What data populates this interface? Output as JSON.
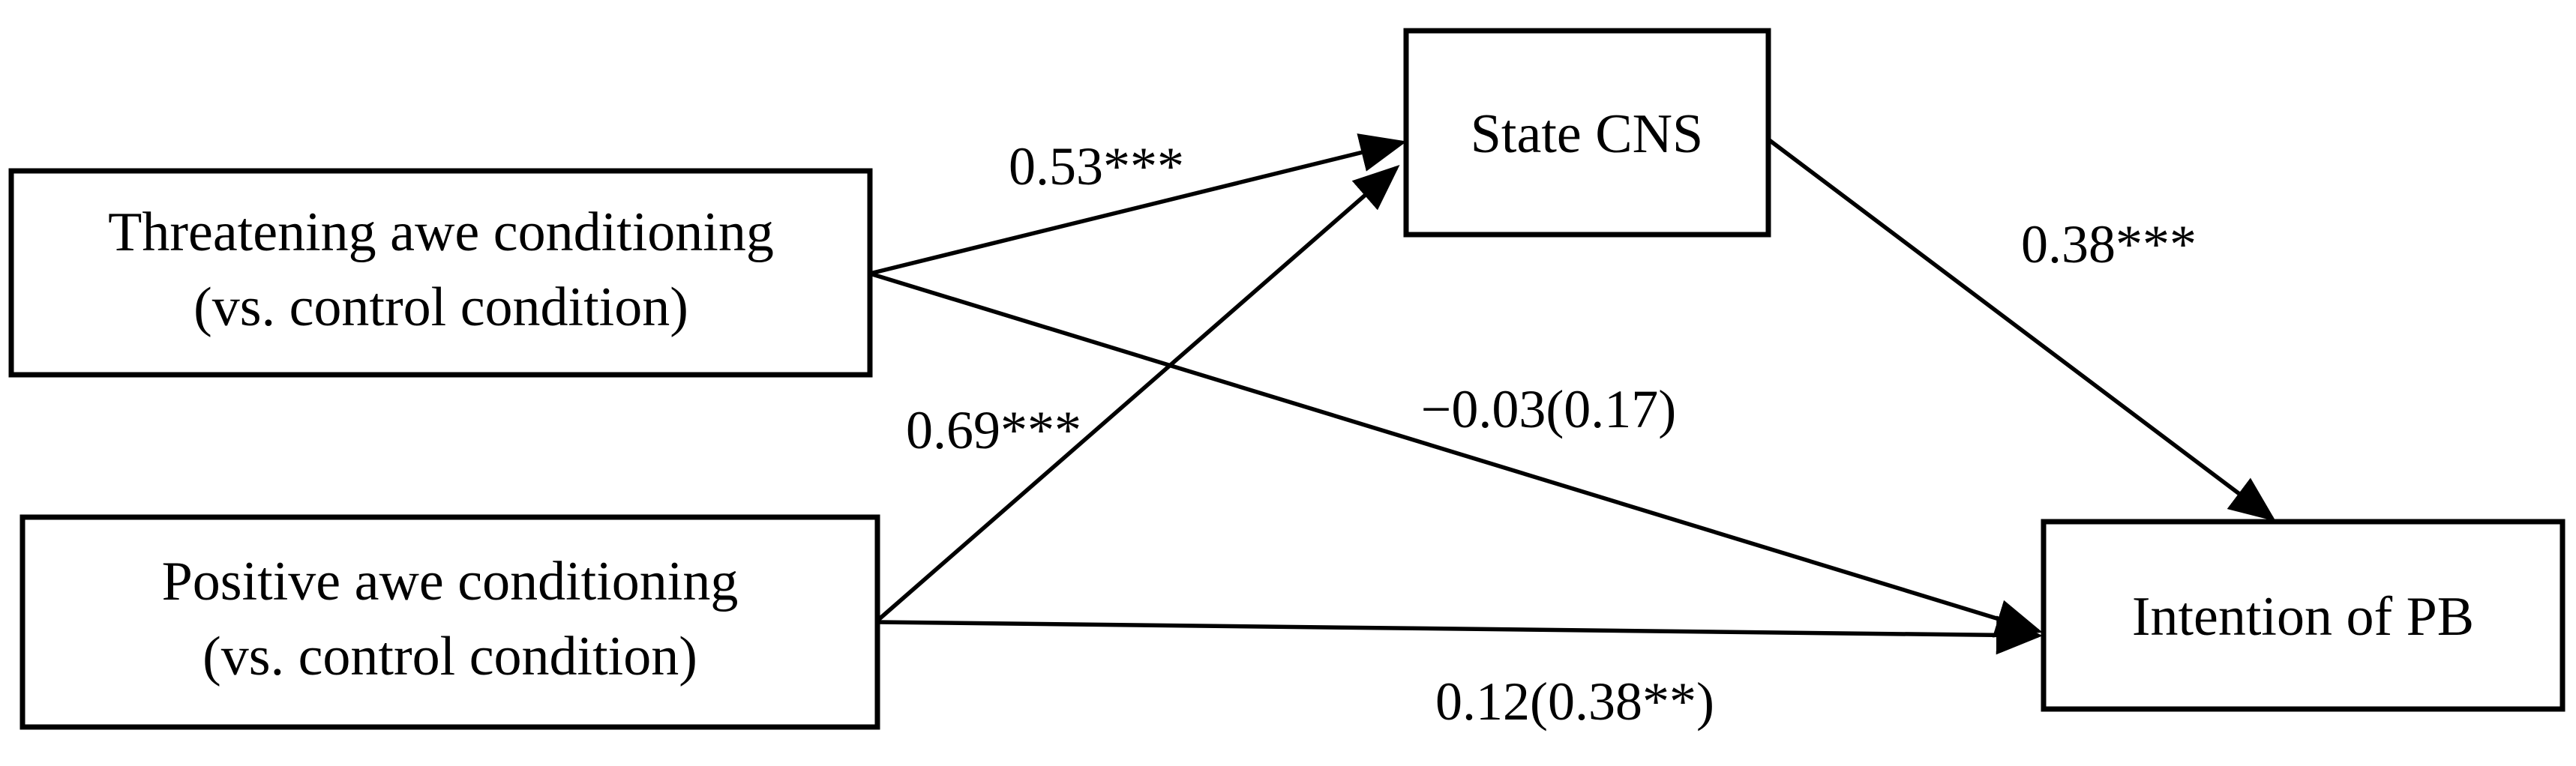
{
  "diagram": {
    "type": "mediation-path-model",
    "background_color": "#ffffff",
    "line_color": "#000000",
    "nodes": [
      {
        "id": "threatening",
        "line1": "Threatening awe conditioning",
        "line2": "(vs. control condition)"
      },
      {
        "id": "positive",
        "line1": "Positive awe conditioning",
        "line2": "(vs. control condition)"
      },
      {
        "id": "state_cns",
        "label": "State CNS"
      },
      {
        "id": "intention_pb",
        "label": "Intention of PB"
      }
    ],
    "edges": [
      {
        "from": "threatening",
        "to": "state_cns",
        "label": "0.53***"
      },
      {
        "from": "positive",
        "to": "state_cns",
        "label": "0.69***"
      },
      {
        "from": "threatening",
        "to": "intention_pb",
        "label": "−0.03(0.17)"
      },
      {
        "from": "positive",
        "to": "intention_pb",
        "label": "0.12(0.38**)"
      },
      {
        "from": "state_cns",
        "to": "intention_pb",
        "label": "0.38***"
      }
    ]
  }
}
